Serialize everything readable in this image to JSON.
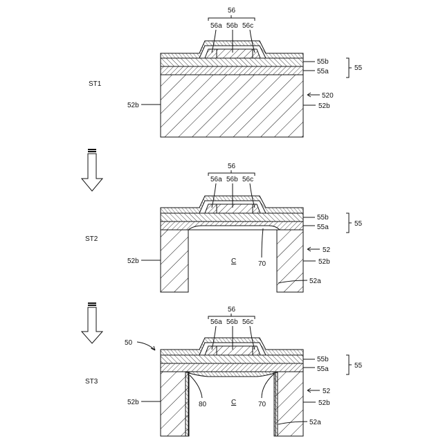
{
  "steps": [
    {
      "id": "st1",
      "step_label": "ST1",
      "labels": {
        "g56": "56",
        "g56a": "56a",
        "g56b": "56b",
        "g56c": "56c",
        "l55b": "55b",
        "l55a": "55a",
        "l55": "55",
        "l520": "520",
        "l52b_left": "52b",
        "l52b_right": "52b"
      }
    },
    {
      "id": "st2",
      "step_label": "ST2",
      "labels": {
        "g56": "56",
        "g56a": "56a",
        "g56b": "56b",
        "g56c": "56c",
        "l55b": "55b",
        "l55a": "55a",
        "l55": "55",
        "l52": "52",
        "l52b_left": "52b",
        "l52b_right": "52b",
        "l52a": "52a",
        "l70": "70",
        "cavity": "C"
      }
    },
    {
      "id": "st3",
      "step_label": "ST3",
      "labels": {
        "l50": "50",
        "g56": "56",
        "g56a": "56a",
        "g56b": "56b",
        "g56c": "56c",
        "l55b": "55b",
        "l55a": "55a",
        "l55": "55",
        "l52": "52",
        "l52b_left": "52b",
        "l52b_right": "52b",
        "l52a": "52a",
        "l70": "70",
        "l80": "80",
        "cavity": "C"
      }
    }
  ]
}
